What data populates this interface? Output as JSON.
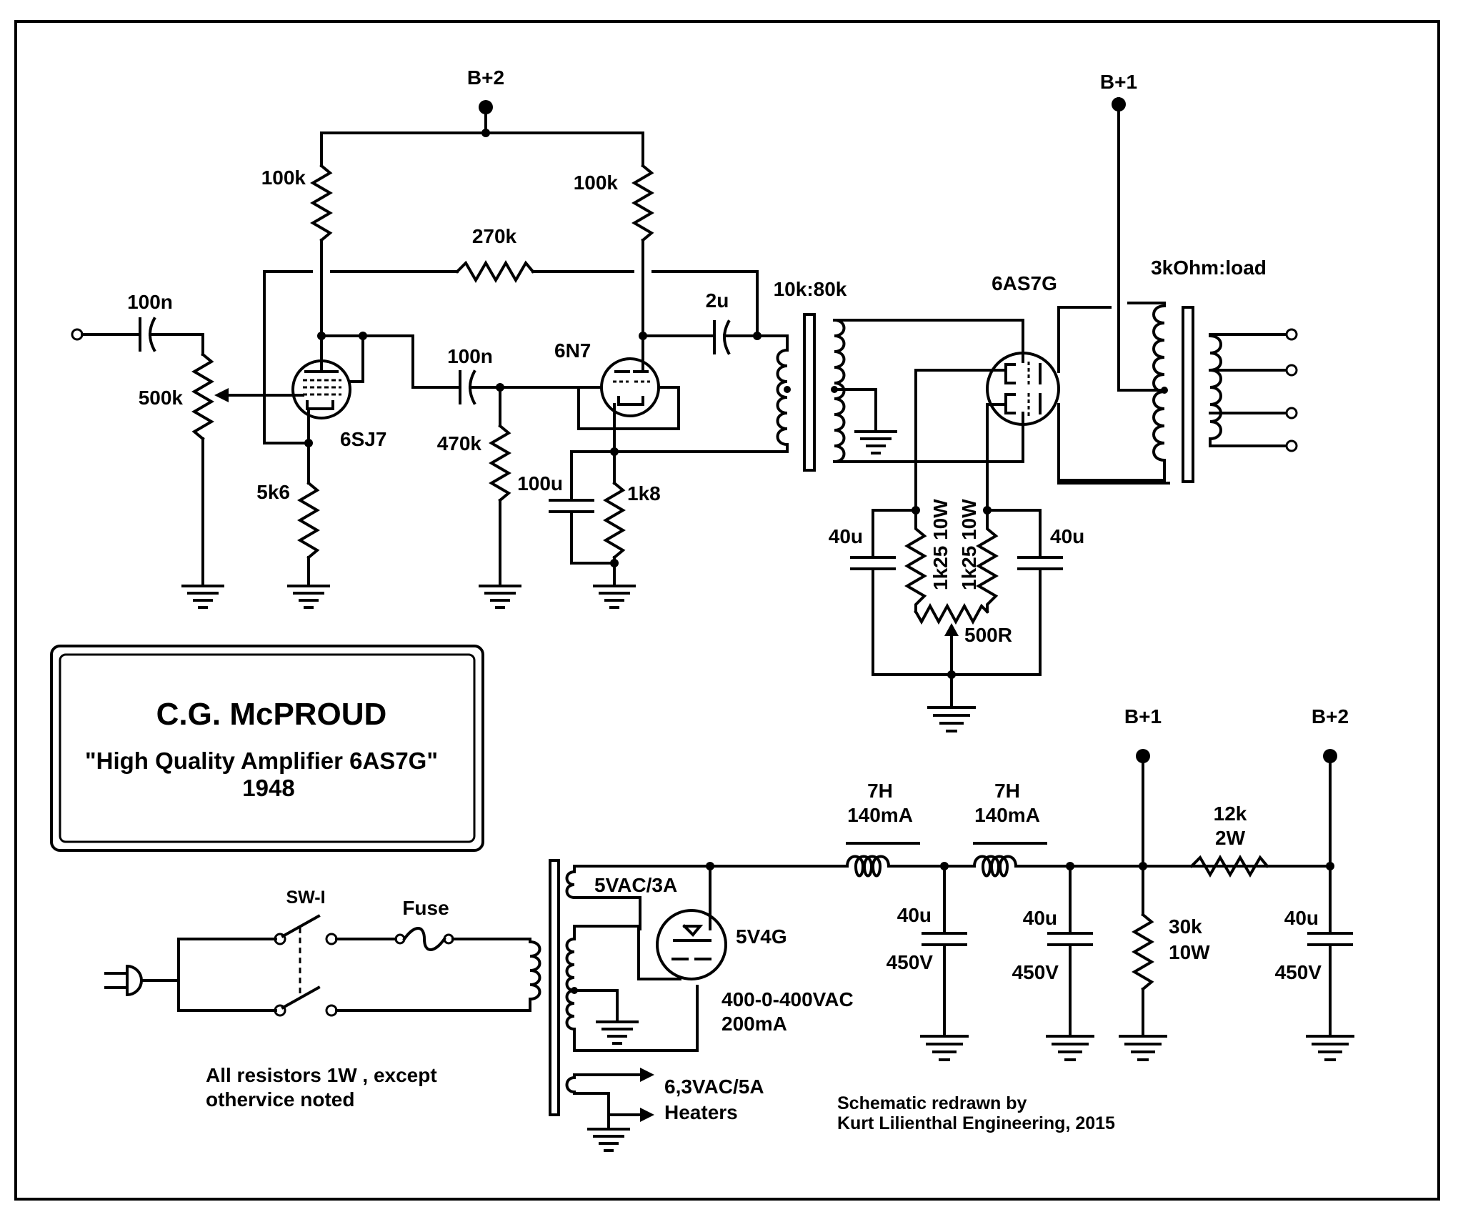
{
  "title_block": {
    "name": "C.G. McPROUD",
    "subtitle": "\"High Quality Amplifier 6AS7G\"",
    "year": "1948"
  },
  "rails": {
    "bplus1": "B+1",
    "bplus2": "B+2"
  },
  "tubes": {
    "pentode": "6SJ7",
    "driver": "6N7",
    "output": "6AS7G",
    "rectifier": "5V4G"
  },
  "amplifier": {
    "c_input": "100n",
    "pot_volume": "500k",
    "r_plate1": "100k",
    "r_plate2": "100k",
    "r_feedback": "270k",
    "r_cathode1": "5k6",
    "c_coupling": "100n",
    "r_grid": "470k",
    "c_bypass": "100u",
    "r_cathode2": "1k8",
    "c_transformer": "2u",
    "interstage_ratio": "10k:80k",
    "output_ratio": "3kOhm:load",
    "r_cathode_left": "1k25 10W",
    "r_cathode_right": "1k25 10W",
    "c_cathode_left": "40u",
    "c_cathode_right": "40u",
    "pot_balance": "500R"
  },
  "power_supply": {
    "switch": "SW-I",
    "fuse": "Fuse",
    "winding_5v": "5VAC/3A",
    "hv_winding": "400-0-400VAC",
    "hv_current": "200mA",
    "heater_voltage": "6,3VAC/5A",
    "heater_label": "Heaters",
    "choke1_h": "7H",
    "choke1_ma": "140mA",
    "choke2_h": "7H",
    "choke2_ma": "140mA",
    "cap1_c": "40u",
    "cap1_v": "450V",
    "cap2_c": "40u",
    "cap2_v": "450V",
    "cap3_c": "40u",
    "cap3_v": "450V",
    "r_bleeder_r": "30k",
    "r_bleeder_w": "10W",
    "r_drop_r": "12k",
    "r_drop_w": "2W"
  },
  "notes": {
    "resistors_line1": "All resistors 1W , except",
    "resistors_line2": "othervice noted",
    "credit_line1": "Schematic redrawn by",
    "credit_line2": "Kurt Lilienthal Engineering, 2015"
  }
}
